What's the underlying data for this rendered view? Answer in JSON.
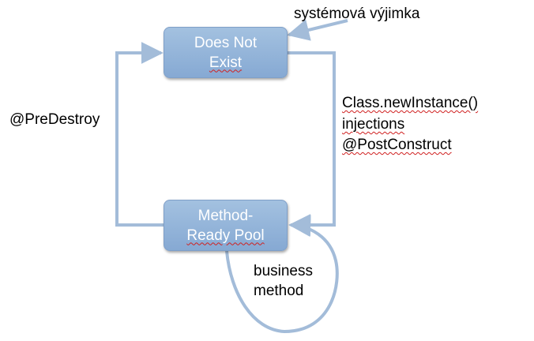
{
  "states": {
    "does_not_exist": {
      "line1": "Does Not",
      "line2": "Exist"
    },
    "method_ready_pool": {
      "line1": "Method-",
      "line2": "Ready Pool"
    }
  },
  "transitions": {
    "exception": "systémová výjimka",
    "create_1": "Class.newInstance()",
    "create_2": "injections",
    "create_3": "@PostConstruct",
    "destroy": "@PreDestroy",
    "business_1": "business",
    "business_2": "method"
  },
  "colors": {
    "state_fill": "#92b4da",
    "state_border": "#7f9fc8",
    "connector": "#a3bcd9",
    "text": "#000000"
  }
}
